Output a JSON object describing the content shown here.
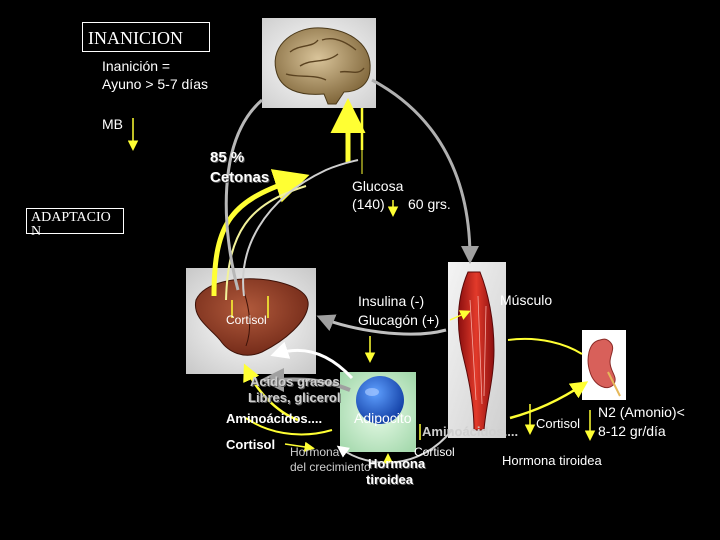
{
  "title": "INANICION",
  "definition_line1": "Inanición =",
  "definition_line2": "Ayuno > 5-7 días",
  "mb_label": "MB",
  "ketones_percent": "85 %",
  "ketones_label": "Cetonas",
  "adaptation": "ADAPTACIO N",
  "glucose_line1": "Glucosa",
  "glucose_line2": "(140)",
  "glucose_amount": "60 grs.",
  "insulin": "Insulina (-)",
  "glucagon": "Glucagón (+)",
  "muscle": "Músculo",
  "liver_cortisol": "Cortisol",
  "fatty_acids_line1": "Acidos grasos",
  "fatty_acids_line2": "Libres, glicerol",
  "amino_acids_left": "Aminoácidos....",
  "cortisol_left": "Cortisol",
  "growth_hormone_line1": "Hormona",
  "growth_hormone_line2": "del crecimiento",
  "adipocyte": "Adipocito",
  "thyroid_hormone_line1": "Hormona",
  "thyroid_hormone_line2": "tiroidea",
  "cortisol_adipocyte": "Cortisol",
  "amino_acids_right": "Aminoácidos....",
  "cortisol_muscle": "Cortisol",
  "thyroid_hormone_muscle": "Hormona tiroidea",
  "nitrogen_line1": "N2 (Amonio)<",
  "nitrogen_line2": "8-12 gr/día",
  "colors": {
    "background": "#000000",
    "arrow_yellow": "#ffff33",
    "arrow_gray": "#9a9a9a",
    "arrow_white": "#ffffff"
  }
}
